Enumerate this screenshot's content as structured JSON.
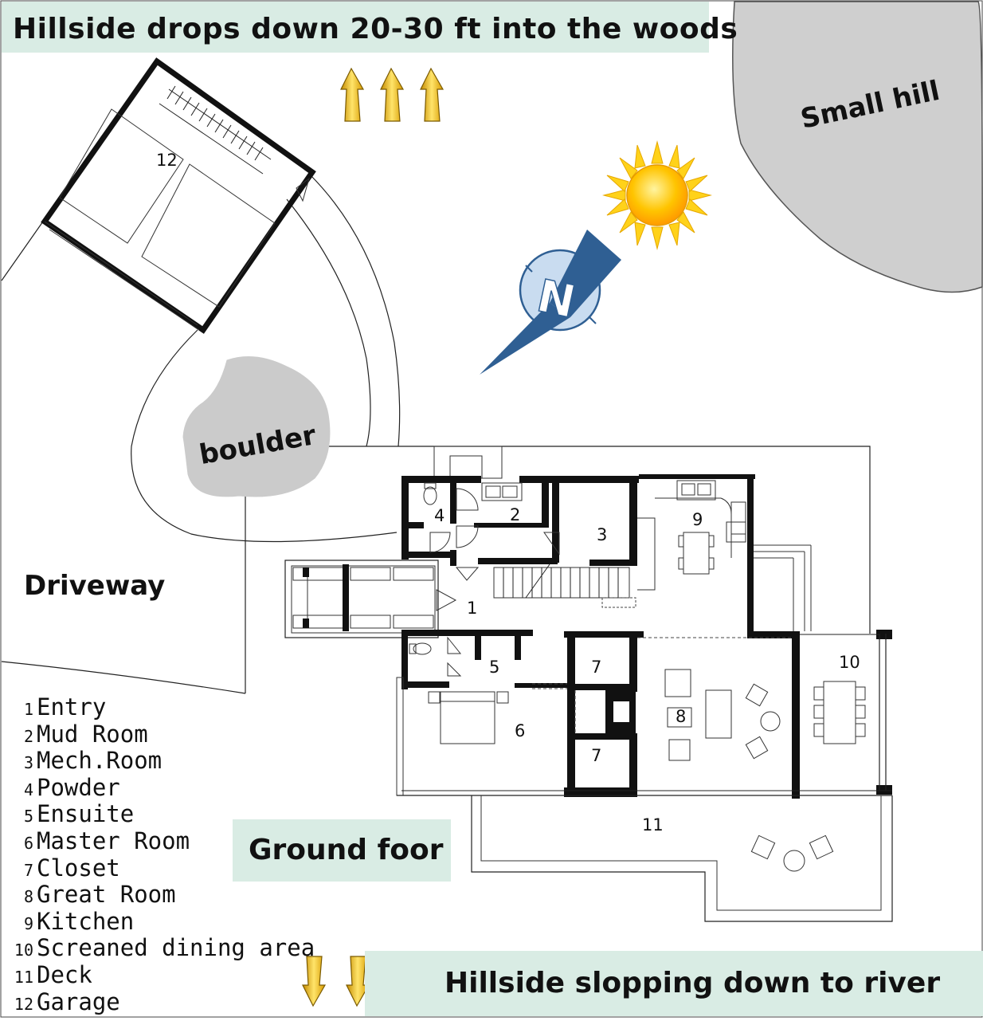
{
  "banners": {
    "top": "Hillside drops down 20-30 ft into the woods",
    "bottom": "Hillside slopping down to river",
    "ground": "Ground foor"
  },
  "site_labels": {
    "small_hill": "Small hill",
    "boulder": "boulder",
    "driveway": "Driveway",
    "compass_letter": "N"
  },
  "rooms": {
    "r1": "1",
    "r2": "2",
    "r3": "3",
    "r4": "4",
    "r5": "5",
    "r6": "6",
    "r7a": "7",
    "r7b": "7",
    "r8": "8",
    "r9": "9",
    "r10": "10",
    "r11": "11",
    "r12": "12"
  },
  "legend": [
    {
      "num": "1",
      "label": "Entry"
    },
    {
      "num": "2",
      "label": "Mud Room"
    },
    {
      "num": "3",
      "label": "Mech.Room"
    },
    {
      "num": "4",
      "label": "Powder"
    },
    {
      "num": "5",
      "label": "Ensuite"
    },
    {
      "num": "6",
      "label": "Master Room"
    },
    {
      "num": "7",
      "label": "Closet"
    },
    {
      "num": "8",
      "label": "Great Room"
    },
    {
      "num": "9",
      "label": "Kitchen"
    },
    {
      "num": "10",
      "label": "Screaned dining area"
    },
    {
      "num": "11",
      "label": "Deck"
    },
    {
      "num": "12",
      "label": "Garage"
    }
  ],
  "colors": {
    "banner_bg": "#d9ece4",
    "hill_fill": "#cfcfcf",
    "boulder_fill": "#cbcbcb",
    "compass_blue": "#2f5f93",
    "sun": "#ffd21a"
  }
}
